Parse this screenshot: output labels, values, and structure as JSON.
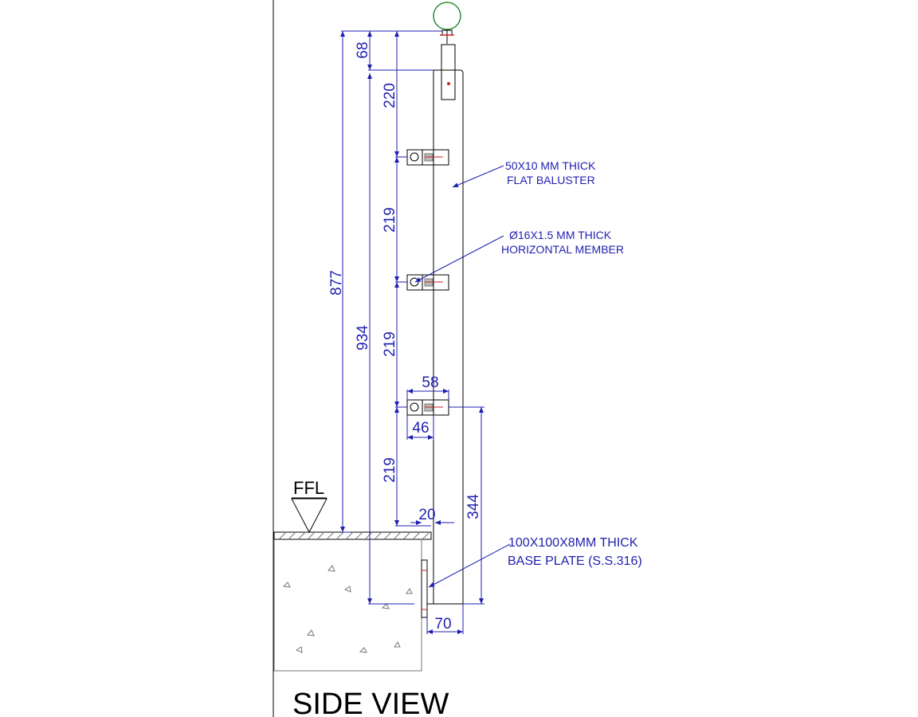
{
  "drawing": {
    "title": "SIDE VIEW",
    "ffl_label": "FFL",
    "dimensions": {
      "d68": "68",
      "d220": "220",
      "d219a": "219",
      "d219b": "219",
      "d219c": "219",
      "d877": "877",
      "d934": "934",
      "d58": "58",
      "d46": "46",
      "d20": "20",
      "d344": "344",
      "d70": "70"
    },
    "callouts": {
      "baluster_line1": "50X10 MM THICK",
      "baluster_line2": "FLAT BALUSTER",
      "member_line1": "Ø16X1.5 MM THICK",
      "member_line2": "HORIZONTAL MEMBER",
      "plate_line1": "100X100X8MM THICK",
      "plate_line2": "BASE PLATE (S.S.316)"
    },
    "colors": {
      "dimension": "#1f1fb0",
      "outline": "#000000",
      "handrail": "#2e8b3a",
      "accent": "#cc2222"
    }
  }
}
